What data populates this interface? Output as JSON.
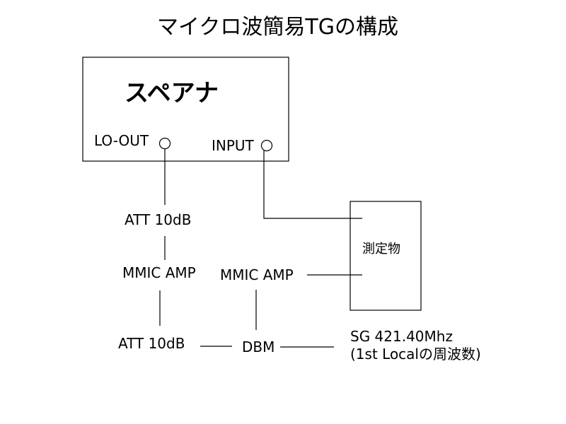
{
  "title": "マイクロ波簡易TGの構成",
  "analyzer": {
    "name": "スペアナ",
    "lo_out_label": "LO-OUT",
    "input_label": "INPUT"
  },
  "chain_left": {
    "att_top": "ATT 10dB",
    "mmic_amp": "MMIC AMP",
    "att_bottom": "ATT 10dB"
  },
  "chain_right": {
    "mmic_amp": "MMIC AMP",
    "dbm": "DBM"
  },
  "dut": {
    "label": "測定物"
  },
  "signal_generator": {
    "line1": "SG 421.40Mhz",
    "line2": "(1st Localの周波数)"
  }
}
